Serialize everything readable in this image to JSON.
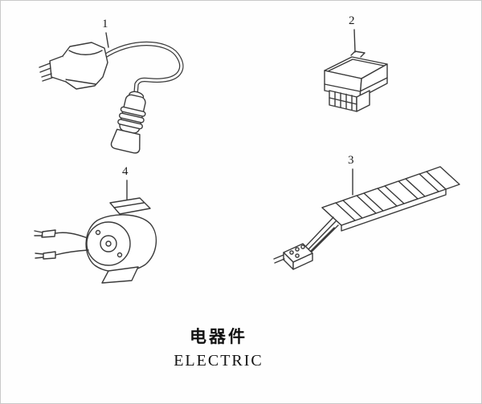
{
  "diagram": {
    "caption_cn": "电器件",
    "caption_en": "ELECTRIC"
  },
  "parts": [
    {
      "number": "1",
      "drawing": "ignition-coil-with-spark-plug-cap"
    },
    {
      "number": "2",
      "drawing": "relay"
    },
    {
      "number": "3",
      "drawing": "rectifier-regulator-with-harness"
    },
    {
      "number": "4",
      "drawing": "ignition-coil-unit-with-leads"
    }
  ]
}
